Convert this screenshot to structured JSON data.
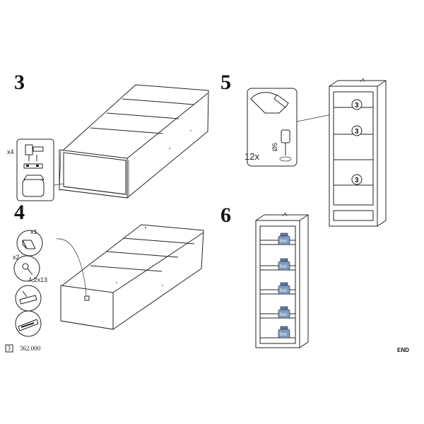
{
  "steps": [
    {
      "number": "3",
      "detail_qty": "x4"
    },
    {
      "number": "4",
      "parts": [
        {
          "qty": "x1"
        },
        {
          "qty": "x2",
          "size": "4,2x13"
        }
      ]
    },
    {
      "number": "5",
      "qty": "12x",
      "dim": "Ø5",
      "badge": "3"
    },
    {
      "number": "6",
      "jar_label": "5ml"
    }
  ],
  "footer": {
    "page": "3",
    "code": "362.000"
  },
  "end_label": "END",
  "colors": {
    "line": "#222222",
    "jar": "#7f9bbd"
  }
}
